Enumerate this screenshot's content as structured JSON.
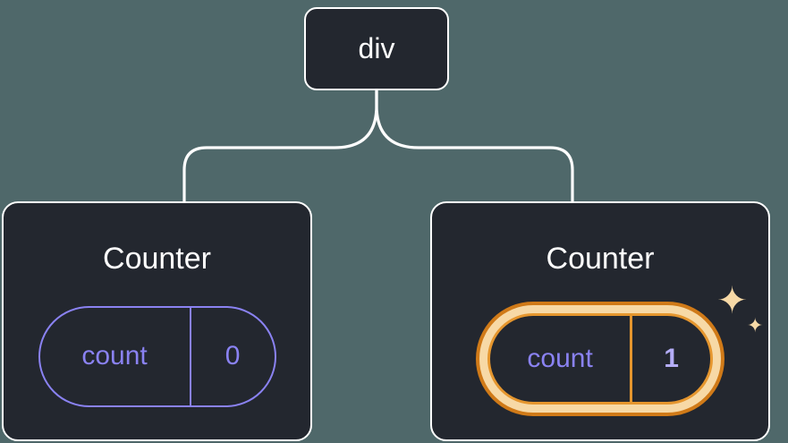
{
  "colors": {
    "canvas_bg": "#4f686a",
    "node_bg": "#23272f",
    "node_border": "#ffffff",
    "text_primary": "#ffffff",
    "state_accent": "#8a82f2",
    "state_value_bright": "#b4adf8",
    "highlight_strong": "#e5962e",
    "highlight_soft": "#f7d9a6",
    "highlight_deep": "#d07a18"
  },
  "nodes": {
    "root": {
      "label": "div"
    },
    "children": [
      {
        "title": "Counter",
        "state_key": "count",
        "state_value": "0",
        "highlighted": false
      },
      {
        "title": "Counter",
        "state_key": "count",
        "state_value": "1",
        "highlighted": true
      }
    ]
  },
  "icons": {
    "sparkle_large": "✦",
    "sparkle_small": "✦"
  }
}
